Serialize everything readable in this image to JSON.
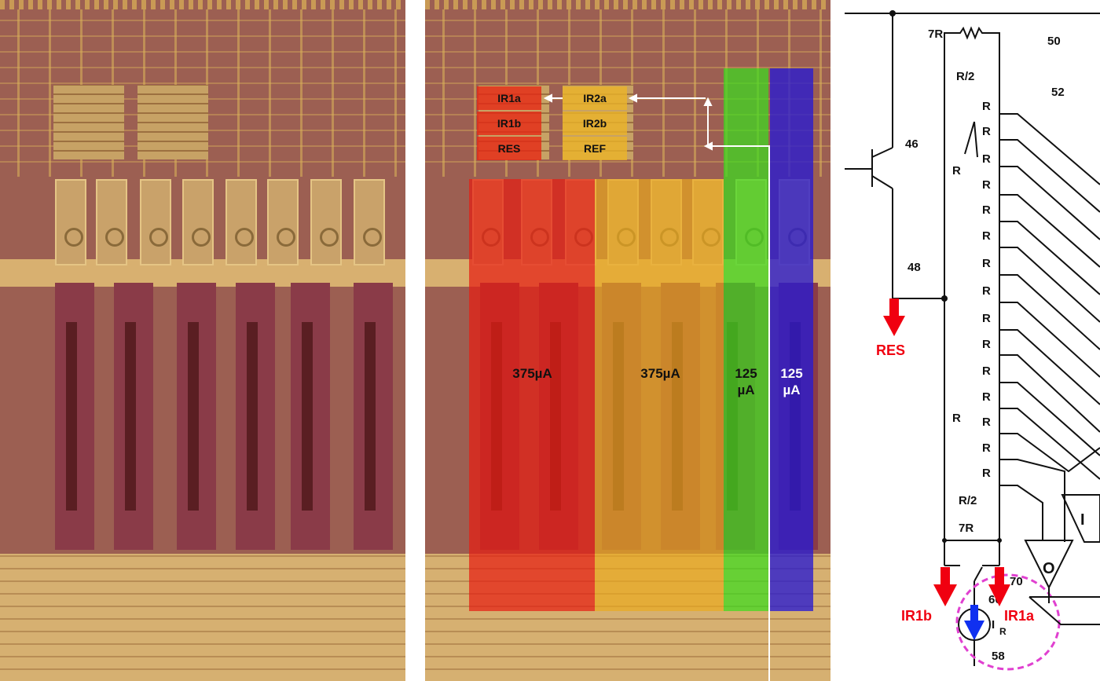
{
  "overlay": {
    "blocks": {
      "ir1a": "IR1a",
      "ir1b": "IR1b",
      "res": "RES",
      "ir2a": "IR2a",
      "ir2b": "IR2b",
      "ref": "REF"
    },
    "currents": {
      "red": "375µA",
      "yellow": "375µA",
      "green_1": "125",
      "green_2": "µA",
      "blue_1": "125",
      "blue_2": "µA"
    },
    "colors": {
      "red": "#e0201a",
      "yellow": "#e8b020",
      "green": "#40d020",
      "blue": "#2a1ad0"
    }
  },
  "schematic": {
    "refs": {
      "r50": "50",
      "r52": "52",
      "r46": "46",
      "r48": "48",
      "r60": "60",
      "r70": "70",
      "r58": "58"
    },
    "res_label": "RES",
    "ir1b_label": "IR1b",
    "ir1a_label": "IR1a",
    "top_7r": "7R",
    "bottom_7r": "7R",
    "r_half": "R/2",
    "r": "R",
    "ir": "I",
    "ir_sub": "R",
    "amp_o": "O",
    "amp_i": "I"
  }
}
